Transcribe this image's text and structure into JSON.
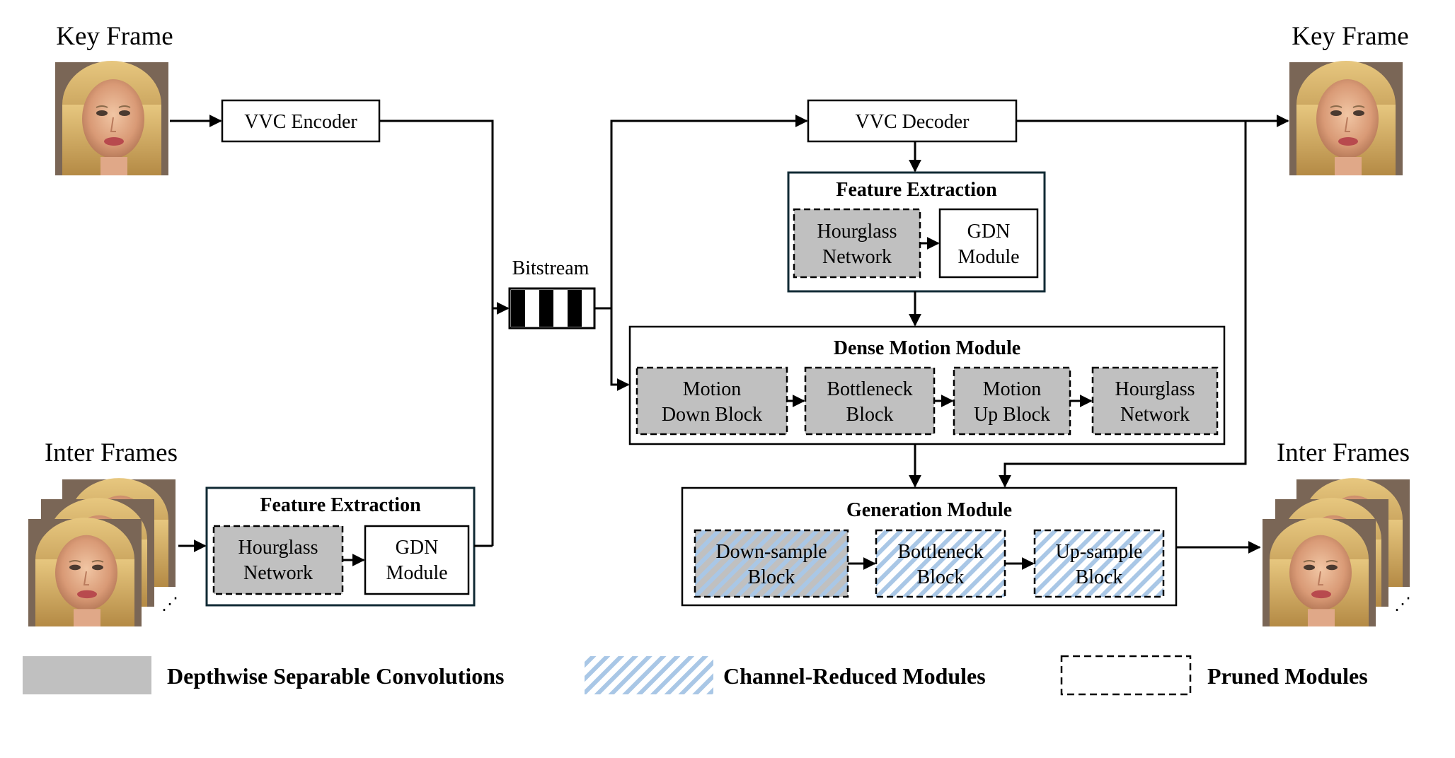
{
  "labels": {
    "key_frame_left": "Key Frame",
    "key_frame_right": "Key Frame",
    "inter_frames_left": "Inter Frames",
    "inter_frames_right": "Inter Frames",
    "bitstream": "Bitstream"
  },
  "vvc_encoder": "VVC Encoder",
  "vvc_decoder": "VVC Decoder",
  "feature_extraction_encoder": {
    "title": "Feature Extraction",
    "hourglass": [
      "Hourglass",
      "Network"
    ],
    "gdn": [
      "GDN",
      "Module"
    ]
  },
  "feature_extraction_decoder": {
    "title": "Feature Extraction",
    "hourglass": [
      "Hourglass",
      "Network"
    ],
    "gdn": [
      "GDN",
      "Module"
    ]
  },
  "dense_motion": {
    "title": "Dense Motion Module",
    "blocks": [
      [
        "Motion",
        "Down Block"
      ],
      [
        "Bottleneck",
        "Block"
      ],
      [
        "Motion",
        "Up Block"
      ],
      [
        "Hourglass",
        "Network"
      ]
    ]
  },
  "generation": {
    "title": "Generation Module",
    "blocks": [
      [
        "Down-sample",
        "Block"
      ],
      [
        "Bottleneck",
        "Block"
      ],
      [
        "Up-sample",
        "Block"
      ]
    ]
  },
  "legend": {
    "dsc": "Depthwise Separable Convolutions",
    "channel_reduced": "Channel-Reduced Modules",
    "pruned": "Pruned Modules"
  },
  "colors": {
    "dsc_fill": "#c0c0c0",
    "stripe_blue": "#a9c7e6",
    "frame_border": "#102a34"
  },
  "icons": {
    "key_frame_image": "face-photo",
    "inter_frame_image": "face-photo-stack"
  }
}
